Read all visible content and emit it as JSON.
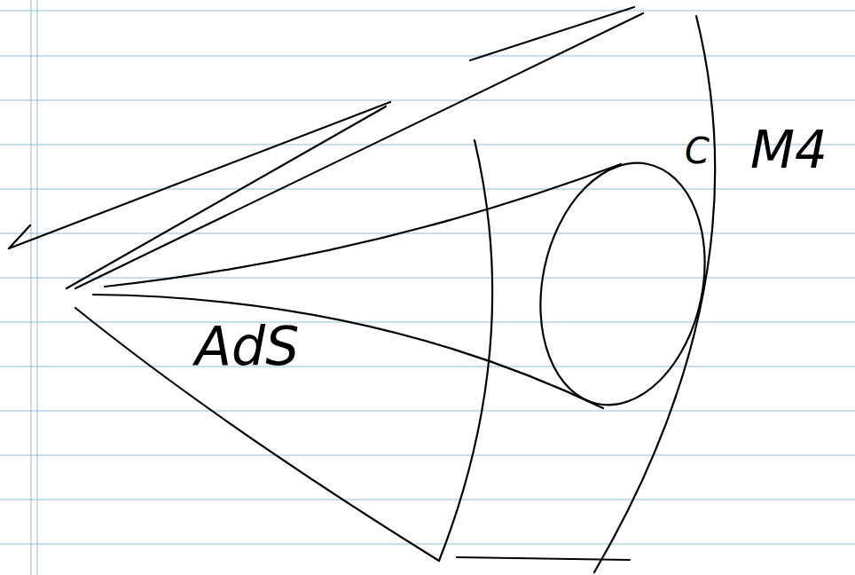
{
  "diagram": {
    "labels": [
      "AdS",
      "C",
      "M4"
    ]
  }
}
